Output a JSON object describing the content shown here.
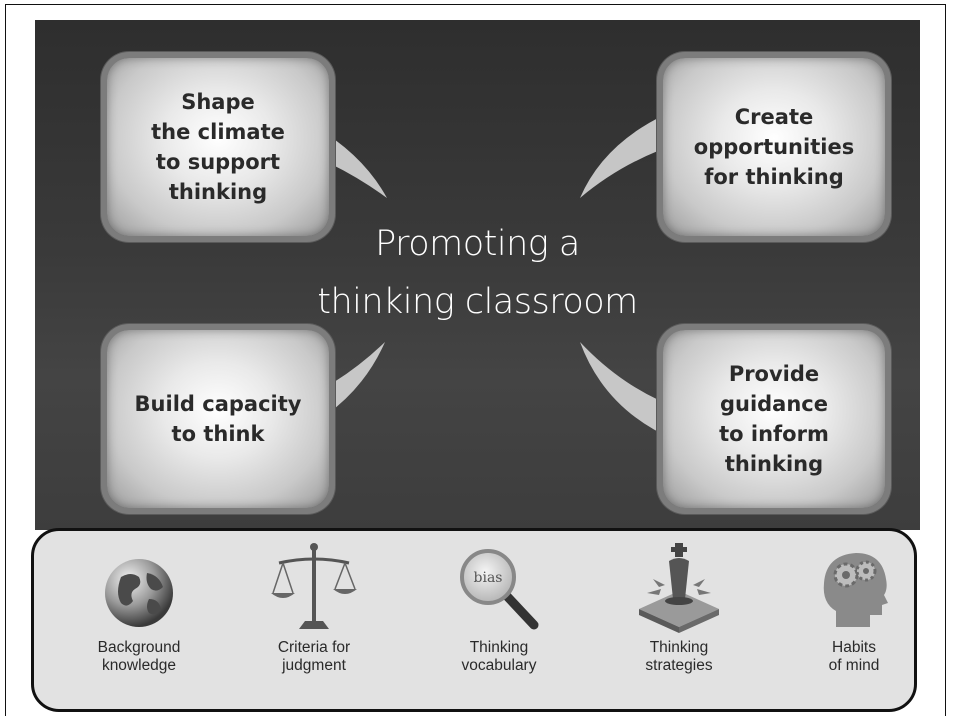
{
  "diagram": {
    "center_title": "Promoting a\nthinking classroom",
    "boxes": {
      "top_left": "Shape\nthe climate\nto support\nthinking",
      "top_right": "Create\nopportunities\nfor thinking",
      "bottom_left": "Build capacity\nto think",
      "bottom_right": "Provide\nguidance\nto inform\nthinking"
    }
  },
  "tools": [
    {
      "label": "Background\nknowledge",
      "icon": "globe-icon"
    },
    {
      "label": "Criteria for\njudgment",
      "icon": "scales-icon"
    },
    {
      "label": "Thinking\nvocabulary",
      "icon": "magnifier-icon",
      "icon_text": "bias"
    },
    {
      "label": "Thinking\nstrategies",
      "icon": "chess-king-icon"
    },
    {
      "label": "Habits\nof mind",
      "icon": "head-gears-icon"
    }
  ]
}
